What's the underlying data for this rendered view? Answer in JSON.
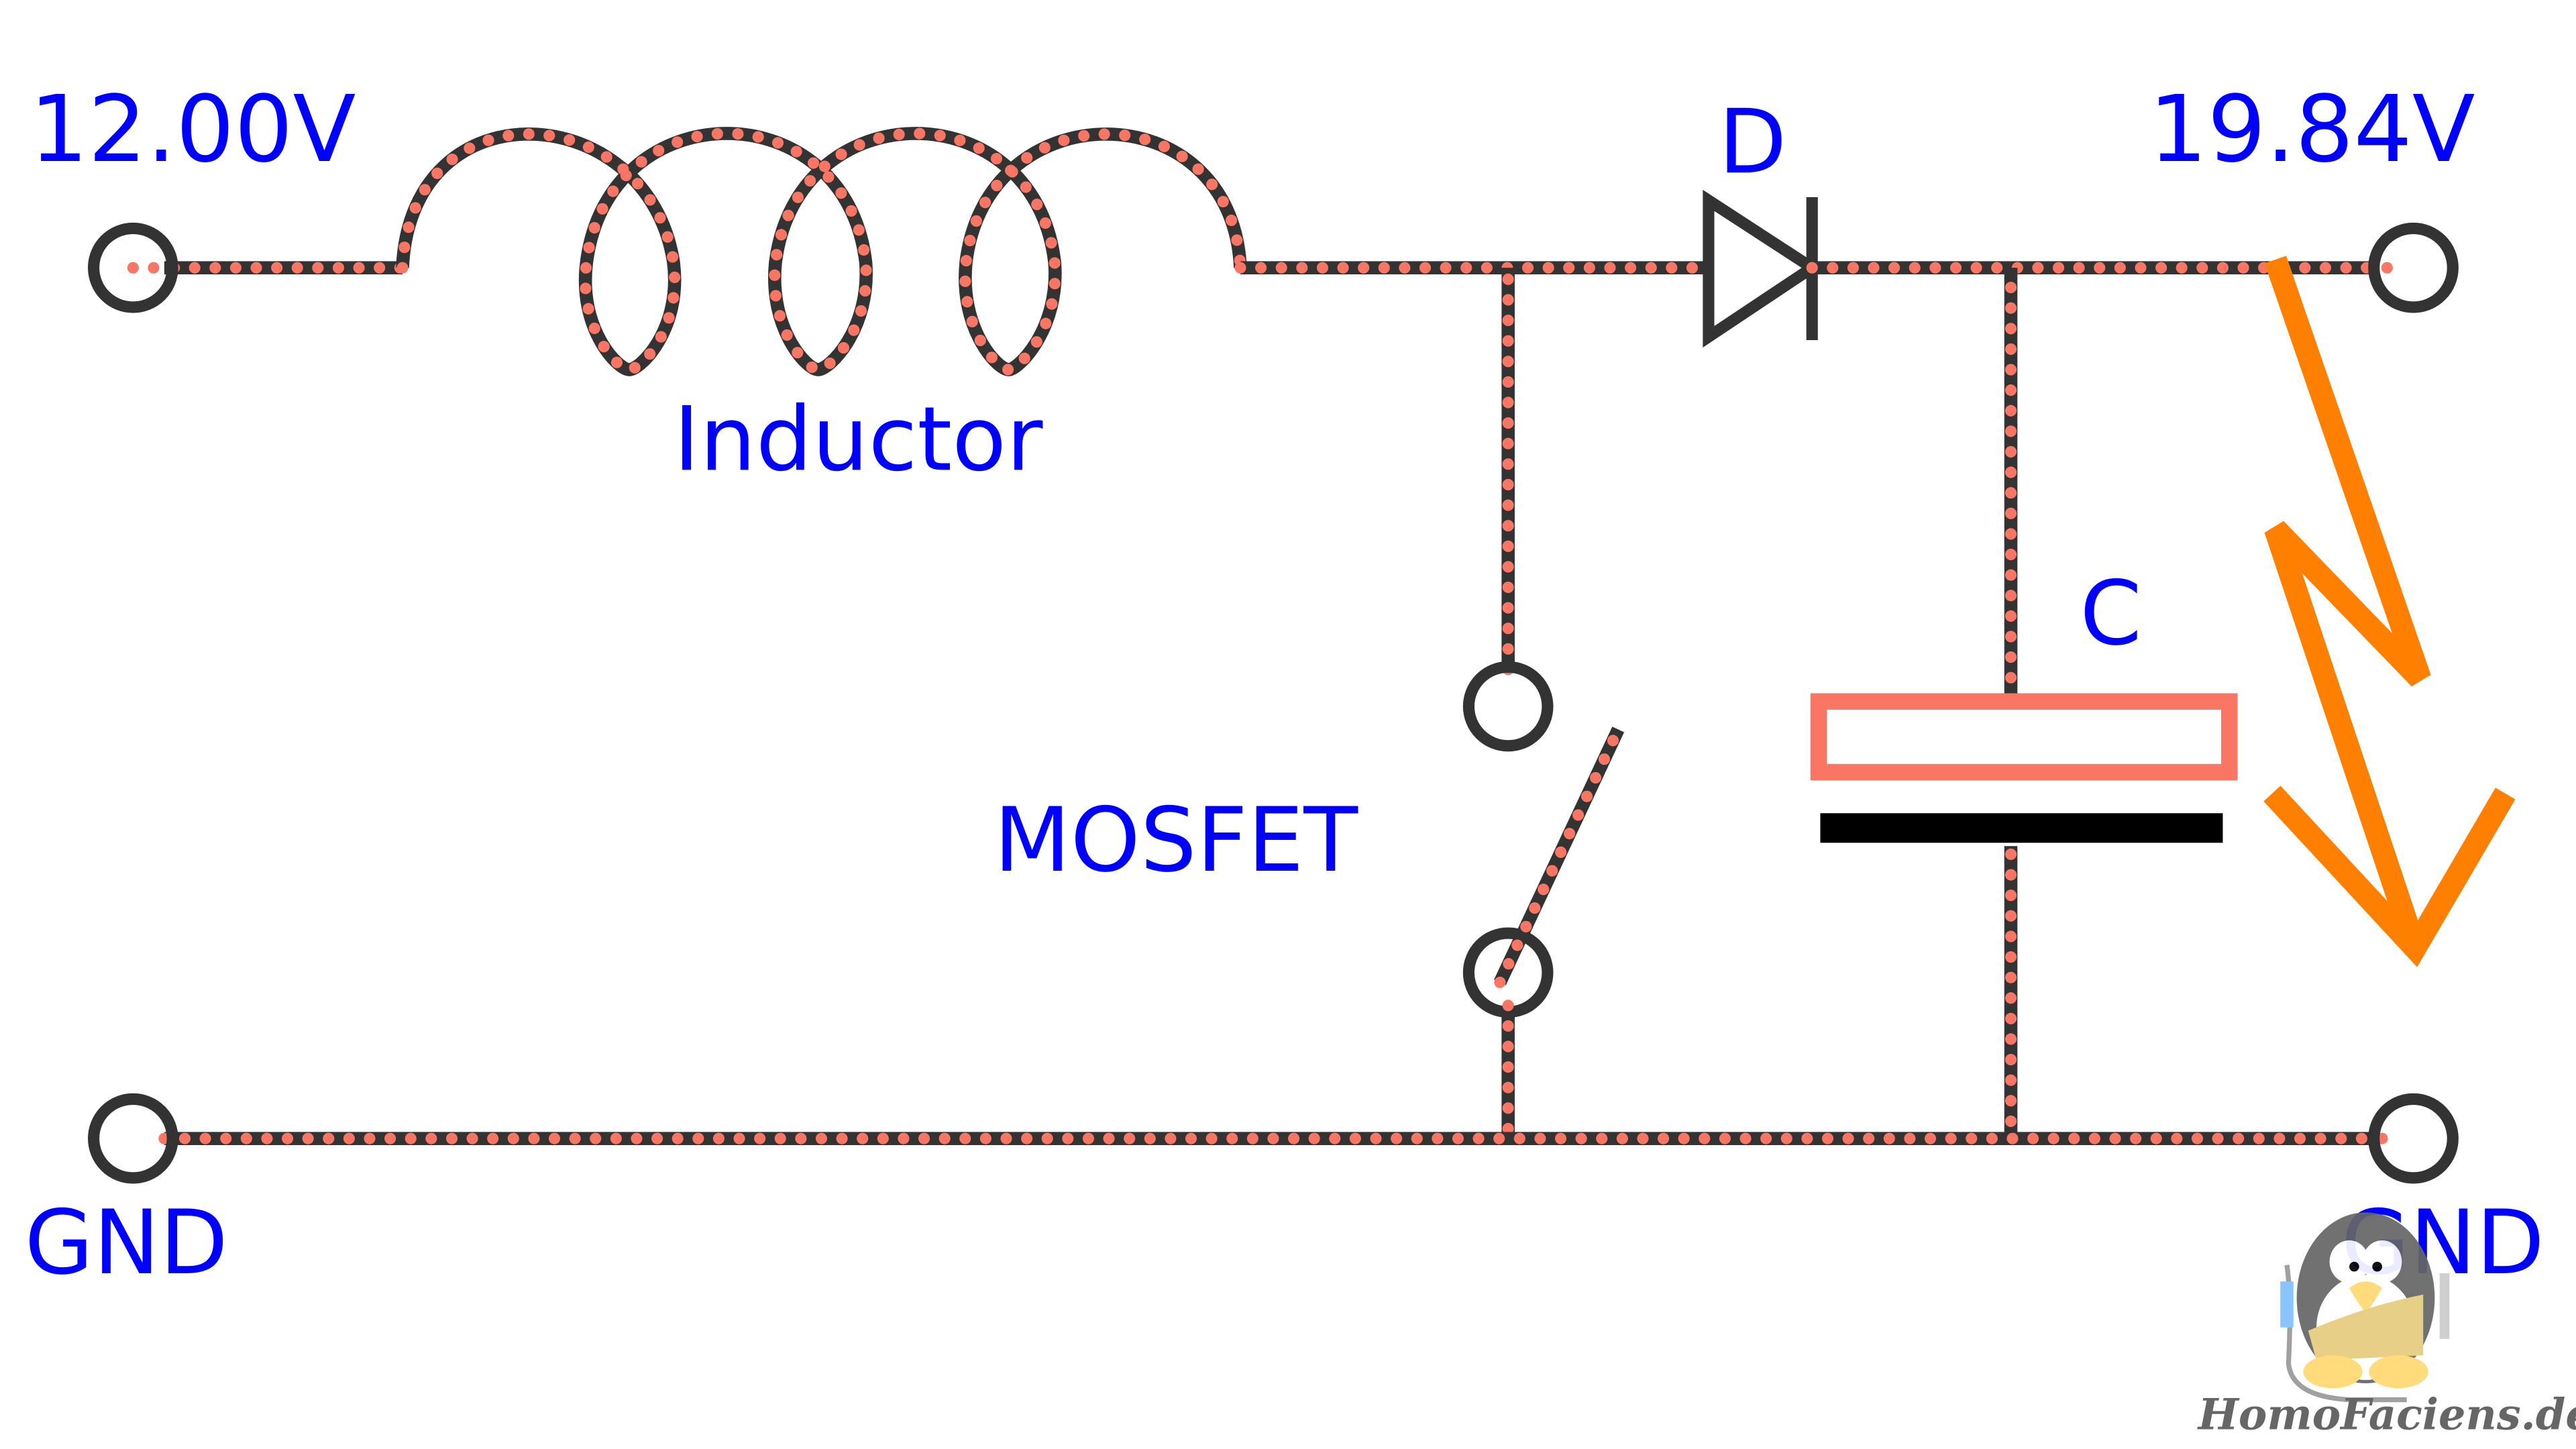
{
  "labels": {
    "input_voltage": "12.00V",
    "output_voltage": "19.84V",
    "diode": "D",
    "inductor": "Inductor",
    "switch": "MOSFET",
    "capacitor": "C",
    "ground_left": "GND",
    "ground_right": "GND"
  },
  "logo": {
    "text": "HomoFaciens.de"
  },
  "colors": {
    "wire": "#333333",
    "current_dots": "#fa7664",
    "label": "#0000ff",
    "load_arrow": "#ff8000",
    "capacitor_plate_positive": "#fa7664",
    "capacitor_plate_negative": "#000000"
  },
  "switch_state": "open"
}
